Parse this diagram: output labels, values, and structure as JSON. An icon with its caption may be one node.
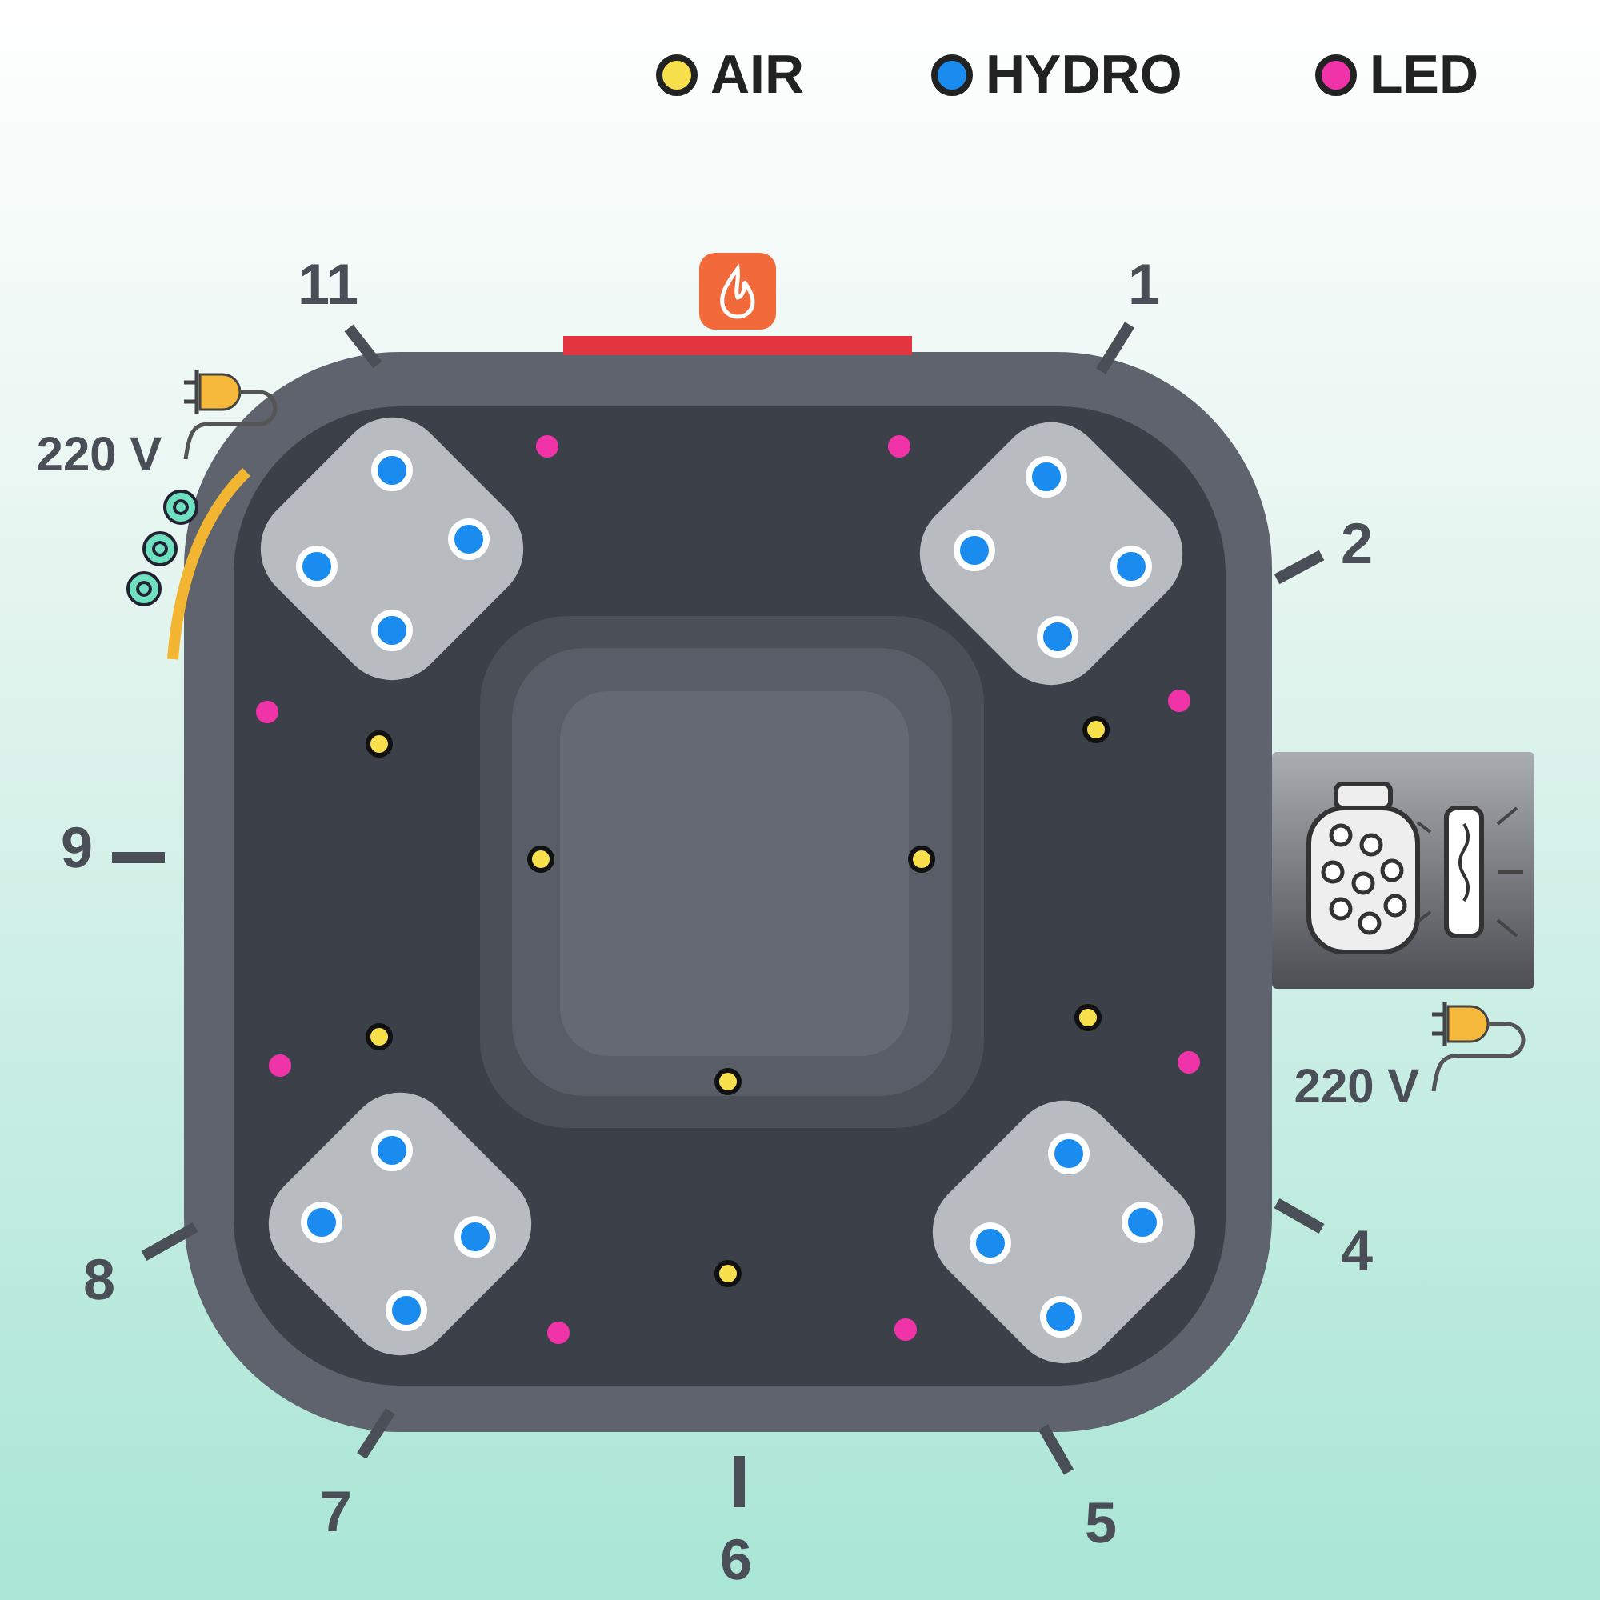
{
  "diagram": {
    "labels": [
      "11",
      "1",
      "220 V",
      "2",
      "9",
      "220 V",
      "8",
      "4",
      "7",
      "5",
      "6"
    ],
    "legend": [
      {
        "text": "AIR",
        "color": "#f7e04b"
      },
      {
        "text": "HYDRO",
        "color": "#1a8cf0"
      },
      {
        "text": "LED",
        "color": "#f033a8"
      }
    ]
  }
}
